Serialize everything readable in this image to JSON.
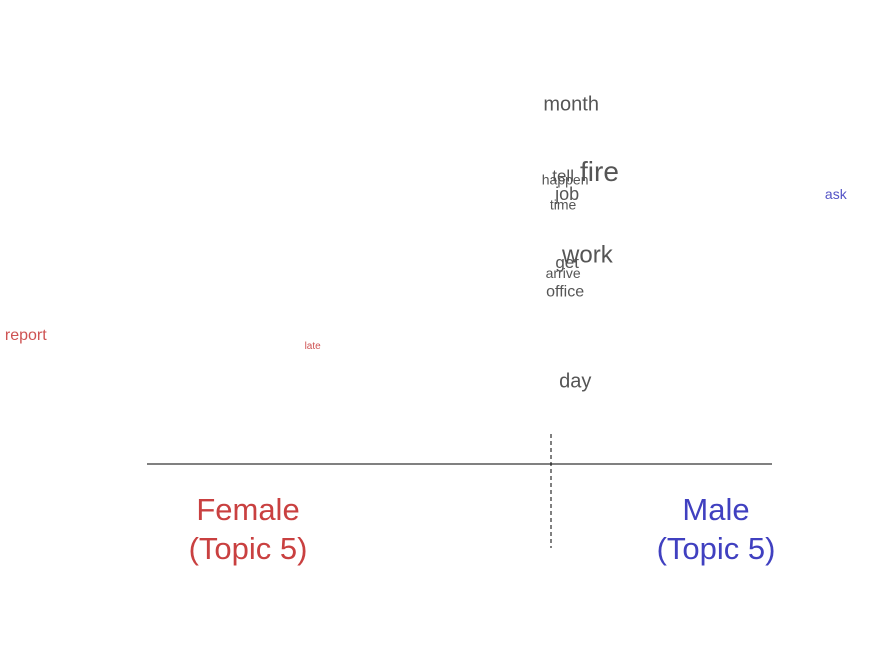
{
  "chart_data": {
    "type": "scatter",
    "xlim": [
      -1,
      1
    ],
    "ylim": [
      0,
      1
    ],
    "grid": false,
    "colors": {
      "female": "#c94040",
      "male": "#4040c0",
      "neutral": "#555555",
      "axis": "#000000"
    },
    "group_labels": {
      "female": [
        "Female",
        "(Topic 5)"
      ],
      "male": [
        "Male",
        "(Topic 5)"
      ]
    },
    "words": [
      {
        "word": "month",
        "x": 0.05,
        "y": 0.93,
        "size": 20,
        "group": "neutral"
      },
      {
        "word": "fire",
        "x": 0.12,
        "y": 0.74,
        "size": 28,
        "group": "neutral"
      },
      {
        "word": "tell",
        "x": 0.03,
        "y": 0.73,
        "size": 17,
        "group": "neutral"
      },
      {
        "word": "happen",
        "x": 0.035,
        "y": 0.72,
        "size": 14,
        "group": "neutral"
      },
      {
        "word": "job",
        "x": 0.04,
        "y": 0.68,
        "size": 18,
        "group": "neutral"
      },
      {
        "word": "time",
        "x": 0.03,
        "y": 0.65,
        "size": 14,
        "group": "neutral"
      },
      {
        "word": "work",
        "x": 0.09,
        "y": 0.51,
        "size": 24,
        "group": "neutral"
      },
      {
        "word": "get",
        "x": 0.04,
        "y": 0.49,
        "size": 17,
        "group": "neutral"
      },
      {
        "word": "arrive",
        "x": 0.03,
        "y": 0.46,
        "size": 14,
        "group": "neutral"
      },
      {
        "word": "office",
        "x": 0.035,
        "y": 0.41,
        "size": 16,
        "group": "neutral"
      },
      {
        "word": "day",
        "x": 0.06,
        "y": 0.16,
        "size": 20,
        "group": "neutral"
      },
      {
        "word": "report",
        "x": -1.3,
        "y": 0.29,
        "size": 16,
        "group": "female"
      },
      {
        "word": "late",
        "x": -0.59,
        "y": 0.26,
        "size": 10,
        "group": "female"
      },
      {
        "word": "ask",
        "x": 0.705,
        "y": 0.68,
        "size": 14,
        "group": "male"
      }
    ]
  }
}
